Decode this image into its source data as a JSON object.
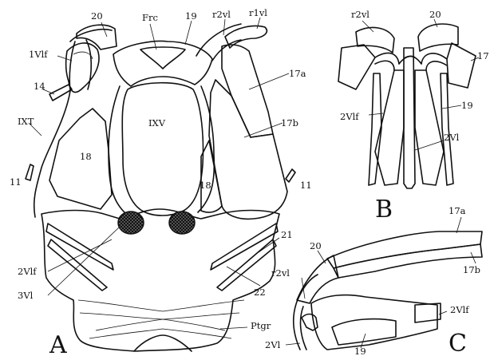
{
  "panels": {
    "A": {
      "panel_letter": "A",
      "labels": {
        "lbl_20": "20",
        "frc": "Frc",
        "lbl_19": "19",
        "r2vl": "r2vl",
        "r1vl": "r1vl",
        "ivlf": "1Vlf",
        "lbl_14": "14",
        "ixt": "IXT",
        "ixv": "IXV",
        "lbl_17a": "17a",
        "lbl_17b": "17b",
        "lbl_18_left": "18",
        "lbl_18_right": "18",
        "lbl_11_left": "11",
        "lbl_11_right": "11",
        "ivlf2": "2Vlf",
        "ivl3": "3Vl",
        "lbl_21": "21",
        "lbl_22": "22",
        "ptgr": "Ptgr"
      }
    },
    "B": {
      "panel_letter": "B",
      "labels": {
        "r2vl": "r2vl",
        "lbl_20": "20",
        "lbl_17": "17",
        "lbl_19": "19",
        "ivlf2": "2Vlf",
        "ivl2": "2Vl"
      }
    },
    "C": {
      "panel_letter": "C",
      "labels": {
        "lbl_17a": "17a",
        "lbl_17b": "17b",
        "lbl_20": "20",
        "r2vl": "r2vl",
        "ivlf2": "2Vlf",
        "ivl2": "2Vl",
        "lbl_19": "19"
      }
    }
  }
}
